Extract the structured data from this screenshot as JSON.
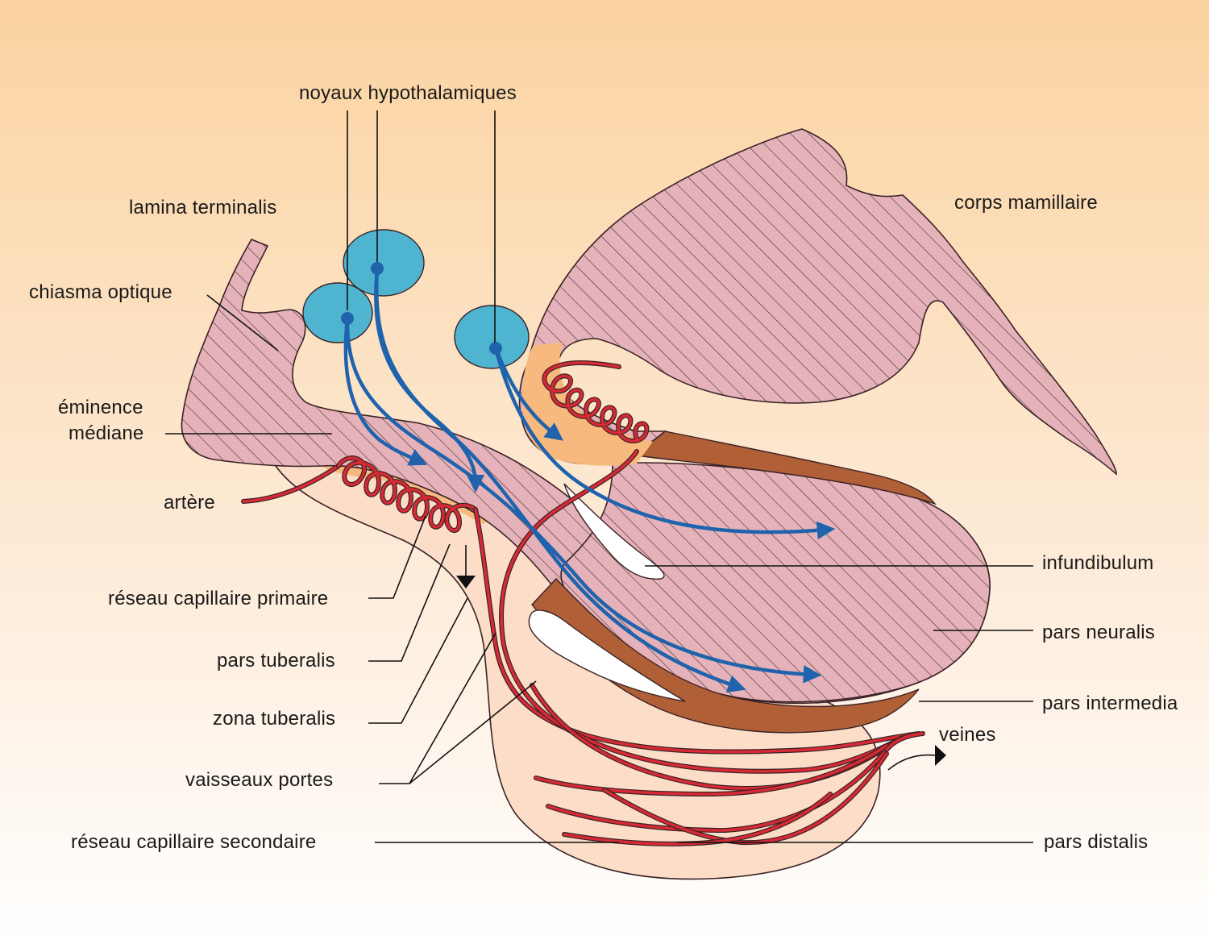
{
  "diagram": {
    "labels": {
      "noyaux_hypothalamiques": "noyaux hypothalamiques",
      "lamina_terminalis": "lamina terminalis",
      "chiasma_optique": "chiasma optique",
      "eminence_line1": "éminence",
      "eminence_line2": "médiane",
      "artere": "artère",
      "reseau_capillaire_primaire": "réseau capillaire primaire",
      "pars_tuberalis": "pars tuberalis",
      "zona_tuberalis": "zona tuberalis",
      "vaisseaux_portes": "vaisseaux portes",
      "reseau_capillaire_secondaire": "réseau capillaire secondaire",
      "corps_mamillaire": "corps mamillaire",
      "infundibulum": "infundibulum",
      "pars_neuralis": "pars neuralis",
      "pars_intermedia": "pars intermedia",
      "veines": "veines",
      "pars_distalis": "pars distalis"
    },
    "colors": {
      "background_top": "#fbd3a0",
      "background_bottom": "#ffffff",
      "neural_tissue": "#e4b2b8",
      "tuberal_zone": "#f7b97d",
      "adenohypophysis": "#fbddc8",
      "pars_intermedia": "#b05f36",
      "nuclei": "#4fb4cf",
      "axons": "#1f63ad",
      "blood_vessels": "#d62a34"
    }
  }
}
